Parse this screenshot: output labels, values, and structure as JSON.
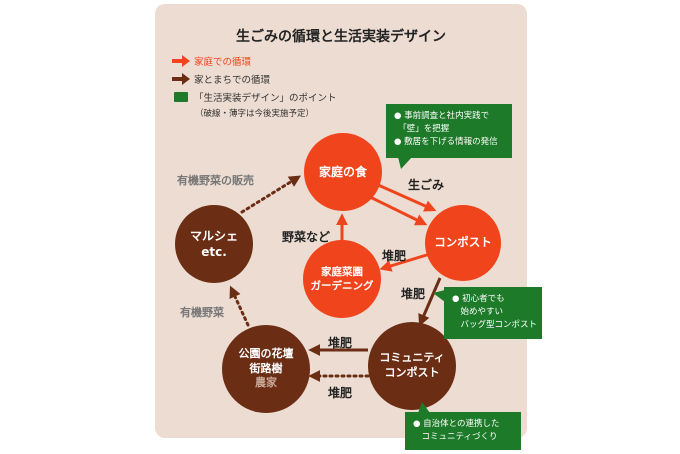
{
  "title": "生ごみの循環と生活実装デザイン",
  "legend": {
    "items": [
      {
        "label": "家庭での循環",
        "color": "#f0441c"
      },
      {
        "label": "家とまちでの循環",
        "color": "#6b2d14"
      },
      {
        "label": "「生活実装デザイン」のポイント",
        "color": "#1d7a29"
      }
    ],
    "note": "（破線・薄字は今後実施予定）"
  },
  "nodes": {
    "home_food": "家庭の食",
    "compost": "コンポスト",
    "home_garden": [
      "家庭菜園",
      "ガーデニング"
    ],
    "marche": [
      "マルシェ",
      "etc."
    ],
    "park": [
      "公園の花壇",
      "街路樹"
    ],
    "farmer": "農家",
    "community": [
      "コミュニティ",
      "コンポスト"
    ]
  },
  "edge_labels": {
    "food_waste": "生ごみ",
    "vegetables": "野菜など",
    "compost_manure_home": "堆肥",
    "compost_manure_community": "堆肥",
    "manure_park": "堆肥",
    "manure_farmer": "堆肥",
    "organic_veg": "有機野菜",
    "organic_sales": "有機野菜の販売"
  },
  "notes": {
    "top": [
      "● 事前調査と社内実践で",
      "　「壁」を把握",
      "● 敷居を下げる情報の発信"
    ],
    "mid": [
      "● 初心者でも",
      "　始めやすい",
      "　バッグ型コンポスト"
    ],
    "bottom": [
      "● 自治体との連携した",
      "　コミュニティづくり"
    ]
  },
  "colors": {
    "home_cycle": "#f0441c",
    "town_cycle": "#6b2d14",
    "point": "#1d7a29",
    "panel": "#ecdcd2"
  }
}
